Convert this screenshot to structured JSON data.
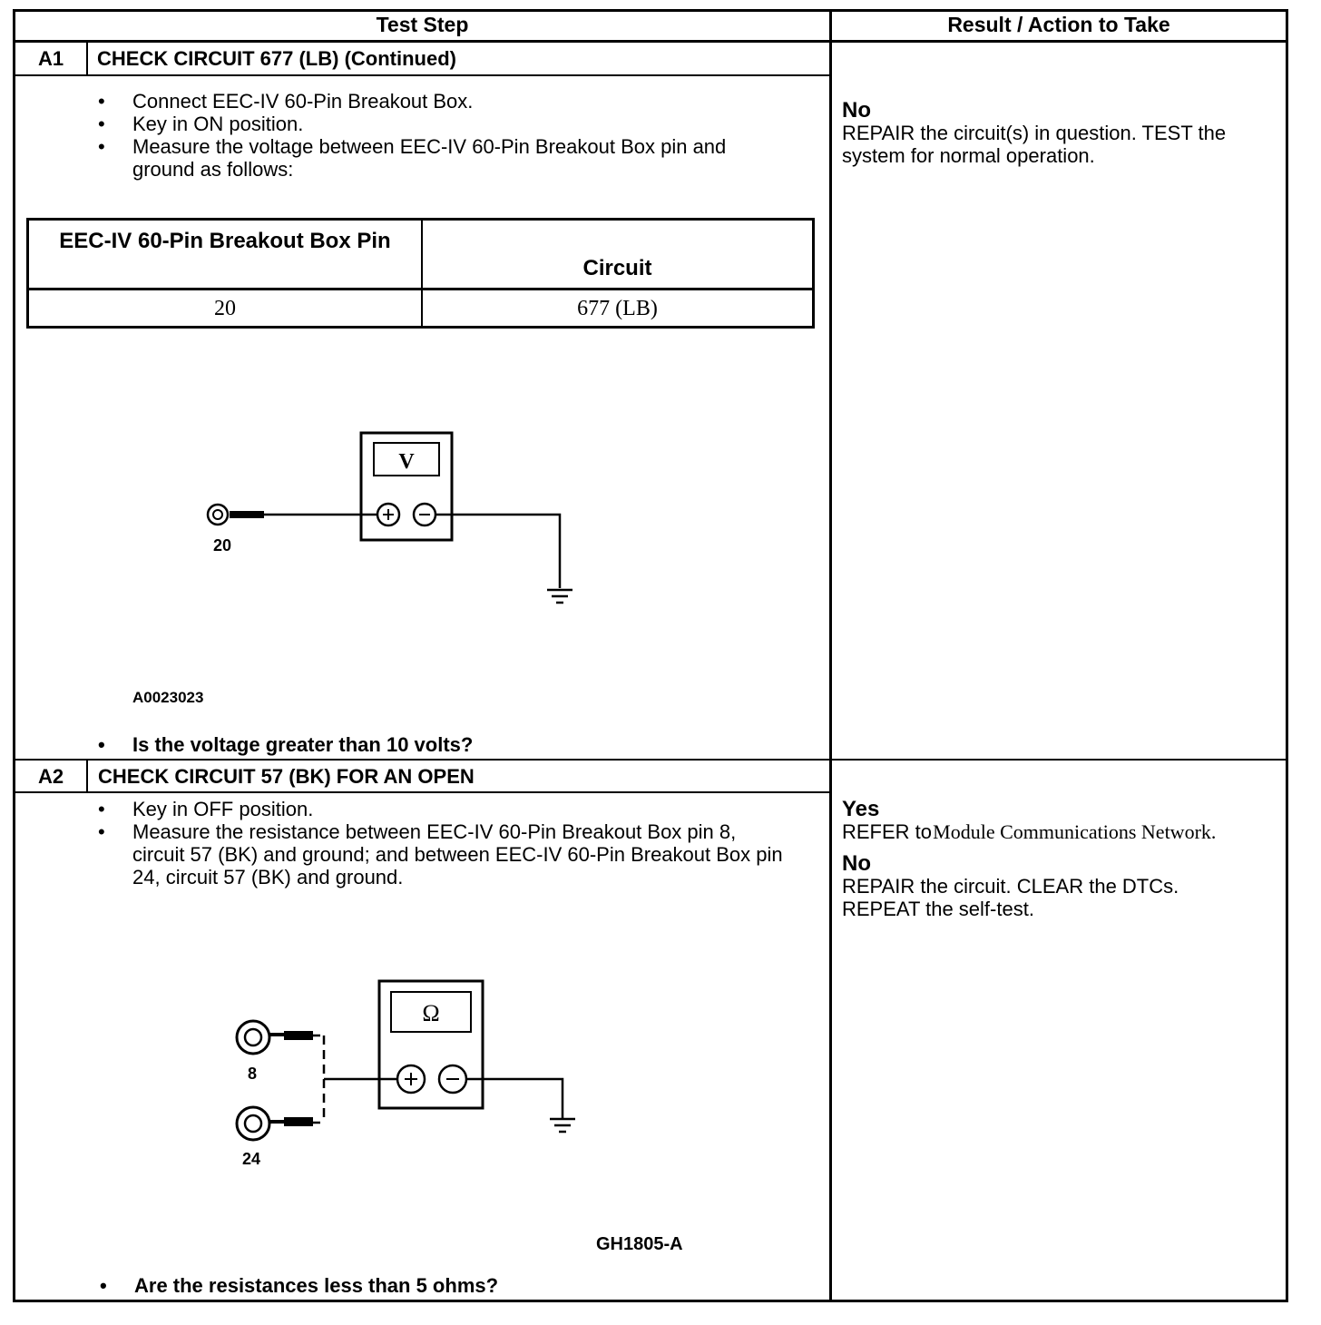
{
  "header": {
    "test_step": "Test Step",
    "result_action": "Result / Action to Take"
  },
  "step_a1": {
    "id": "A1",
    "title": "CHECK CIRCUIT 677 (LB) (Continued)",
    "bullets": [
      "Connect EEC-IV 60-Pin Breakout Box.",
      "Key in ON position.",
      "Measure the voltage between EEC-IV 60-Pin Breakout Box pin and ground as follows:"
    ],
    "table": {
      "col1_header": "EEC-IV 60-Pin Breakout Box Pin",
      "col2_header": "Circuit",
      "col1_value": "20",
      "col2_value": "677 (LB)"
    },
    "diagram": {
      "meter_symbol": "V",
      "pin_label": "20",
      "figure_id": "A0023023"
    },
    "question": "Is the voltage greater than 10 volts?",
    "result": {
      "no_label": "No",
      "no_text": "REPAIR the circuit(s) in question. TEST the system for normal operation."
    }
  },
  "step_a2": {
    "id": "A2",
    "title": "CHECK CIRCUIT 57 (BK) FOR AN OPEN",
    "bullets": [
      "Key in OFF position.",
      "Measure the resistance between EEC-IV 60-Pin Breakout Box pin 8, circuit 57 (BK) and ground; and between EEC-IV 60-Pin Breakout Box pin 24, circuit 57 (BK) and ground."
    ],
    "diagram": {
      "meter_symbol": "Ω",
      "pin_label_top": "8",
      "pin_label_bottom": "24",
      "figure_id": "GH1805-A"
    },
    "question": "Are the resistances less than 5 ohms?",
    "result": {
      "yes_label": "Yes",
      "yes_prefix": "REFER to",
      "yes_link": "Module Communications Network.",
      "no_label": "No",
      "no_text": "REPAIR the circuit. CLEAR the DTCs. REPEAT the self-test."
    }
  }
}
